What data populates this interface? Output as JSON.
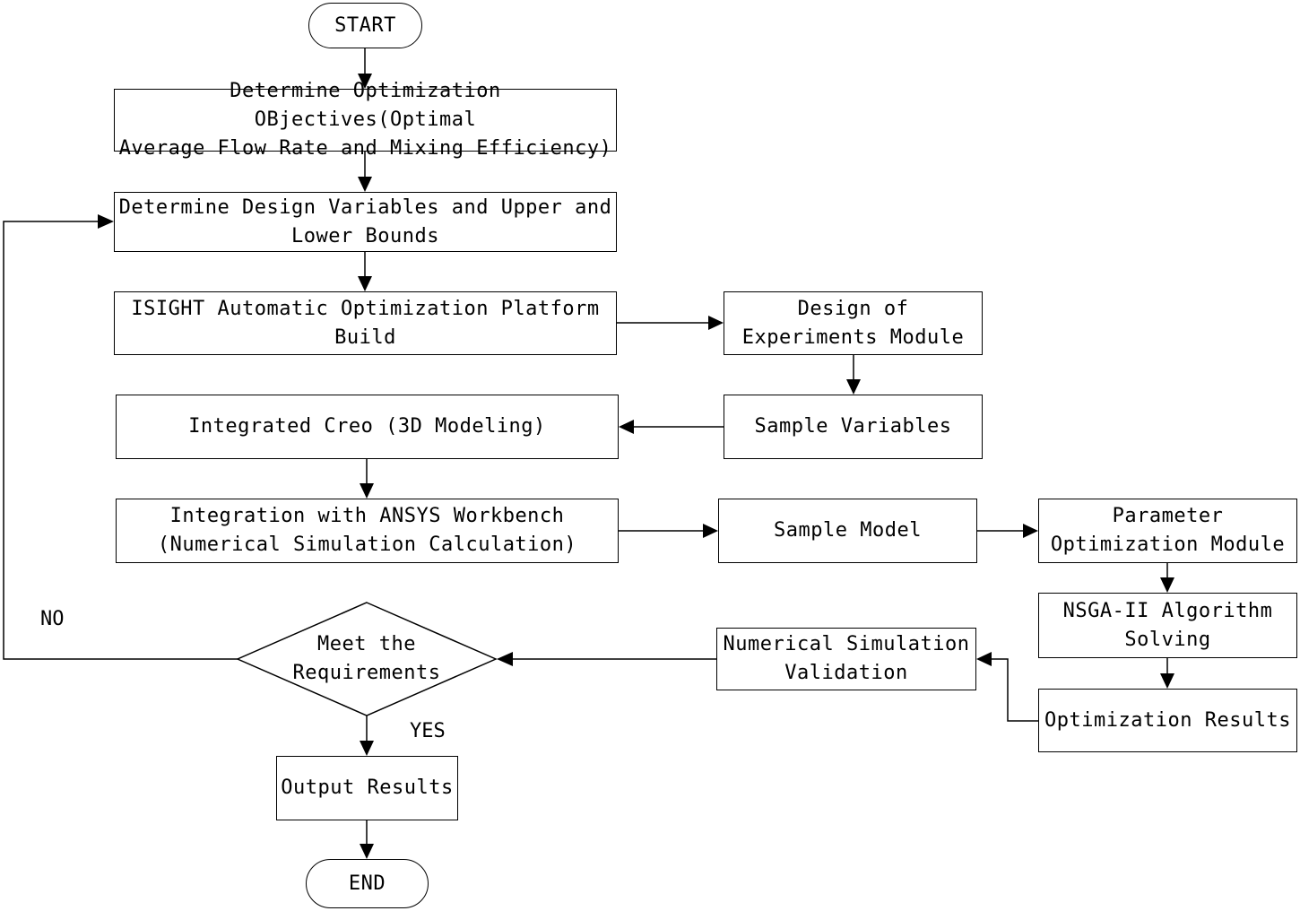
{
  "nodes": {
    "start": "START",
    "objectives": "Determine Optimization OBjectives(Optimal\nAverage Flow Rate and Mixing Efficiency)",
    "variables": "Determine Design Variables and Upper and\nLower Bounds",
    "isight": "ISIGHT Automatic Optimization Platform\nBuild",
    "doe": "Design of\nExperiments Module",
    "sample_variables": "Sample Variables",
    "creo": "Integrated Creo (3D Modeling)",
    "ansys": "Integration with ANSYS Workbench\n(Numerical Simulation Calculation)",
    "sample_model": "Sample Model",
    "parameter_opt": "Parameter\nOptimization Module",
    "nsga": "NSGA-II Algorithm\nSolving",
    "opt_results": "Optimization Results",
    "validation": "Numerical Simulation\nValidation",
    "decision": "Meet the\nRequirements",
    "output": "Output Results",
    "end": "END"
  },
  "edge_labels": {
    "no": "NO",
    "yes": "YES"
  }
}
